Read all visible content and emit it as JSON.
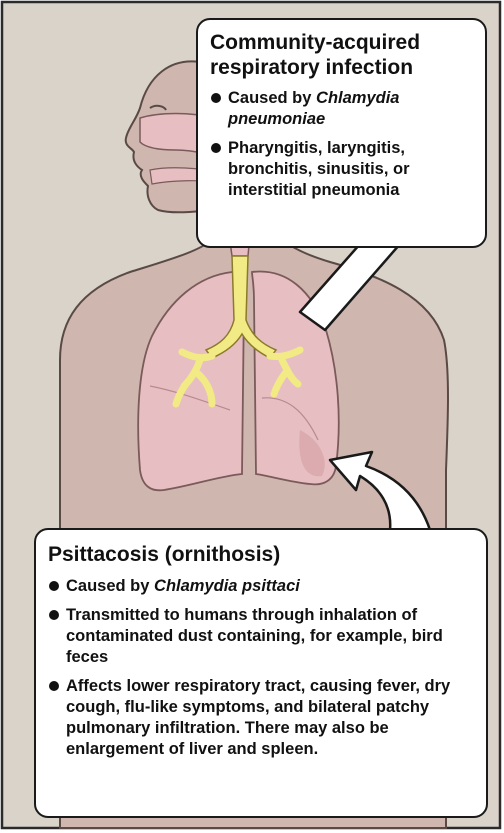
{
  "colors": {
    "panel_background": "#d9d3c9",
    "body_skin": "#cfb6ae",
    "body_outline": "#5a4a46",
    "lung_fill": "#e7bfc2",
    "lung_shade": "#d6a3a8",
    "airway": "#f2ea85",
    "callout_border": "#1a1a1a"
  },
  "top_callout": {
    "title": "Community-acquired respiratory infection",
    "bullets": [
      {
        "lead": "Caused by ",
        "italic": "Chlamydia pneumoniae",
        "tail": ""
      },
      {
        "lead": "Pharyngitis, laryngitis, bronchitis, sinusitis, or interstitial pneumonia",
        "italic": "",
        "tail": ""
      }
    ],
    "points_to": "upper respiratory tract and lung"
  },
  "bottom_callout": {
    "title": "Psittacosis (ornithosis)",
    "bullets": [
      {
        "lead": "Caused by ",
        "italic": "Chlamydia psittaci",
        "tail": ""
      },
      {
        "lead": "Transmitted to humans through inhalation of contaminated dust containing, for example, bird feces",
        "italic": "",
        "tail": ""
      },
      {
        "lead": "Affects lower respiratory tract, causing fever, dry cough, flu-like symptoms, and bilateral patchy pulmonary infiltration. There may also be enlargement of liver and spleen.",
        "italic": "",
        "tail": ""
      }
    ],
    "points_to": "lower lung"
  }
}
